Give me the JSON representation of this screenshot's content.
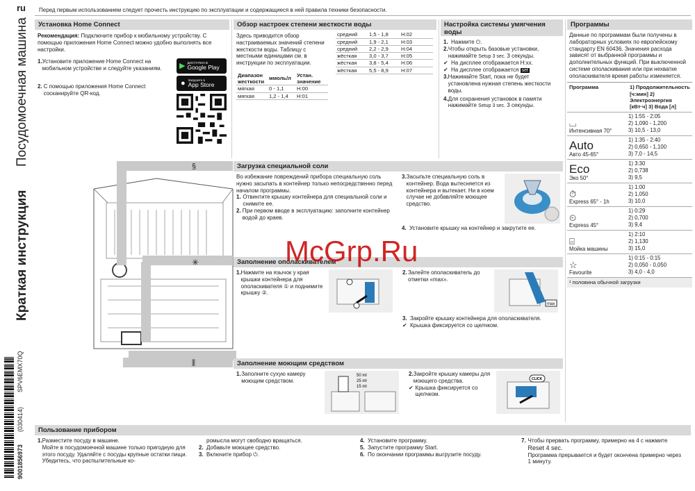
{
  "lang": "ru",
  "top_note": "Перед первым использованием следует прочесть инструкцию по эксплуатации и содержащиеся в ней правила техники безопасности.",
  "side": {
    "product": "Посудомоечная машина",
    "title": "Краткая инструкция",
    "code_model": "SPV6EMX70Q",
    "code_date": "(030414)",
    "code_num": "9001856973"
  },
  "home_connect": {
    "title": "Установка Home Connect",
    "rec_label": "Рекомендация:",
    "rec_text": " Подключите прибор к мобильному устройству. С помощью приложения Home Connect можно удобно выполнять все настройки.",
    "step1": "Установите приложение Home Connect на мобильном устройстве и следуйте указаниям.",
    "step2": "С помощью приложения Home Connect сосканируйте QR-код.",
    "gp_small": "ДОСТУПНО В",
    "gp_big": "Google Play",
    "as_small": "Загрузите в",
    "as_big": "App Store"
  },
  "hardness": {
    "title": "Обзор настроек степени жесткости воды",
    "intro": "Здесь приводится обзор настраиваемых значений степени жесткости воды. Таблицу с местными единицами см. в инструкции по эксплуатации.",
    "col1": "Диапазон жесткости",
    "col2": "ммоль/л",
    "col3": "Устан. значение",
    "rows_left": [
      [
        "мягкая",
        "0 - 1,1",
        "H:00"
      ],
      [
        "мягкая",
        "1,2 - 1,4",
        "H:01"
      ]
    ],
    "rows_right": [
      [
        "средний",
        "1,5 - 1,8",
        "H:02"
      ],
      [
        "средний",
        "1,9 - 2,1",
        "H:03"
      ],
      [
        "средний",
        "2,2 - 2,9",
        "H:04"
      ],
      [
        "жёсткая",
        "3,0 - 3,7",
        "H:05"
      ],
      [
        "жёсткая",
        "3,8 - 5,4",
        "H:06"
      ],
      [
        "жёсткая",
        "5,5 - 8,9",
        "H:07"
      ]
    ]
  },
  "defaults": {
    "title": "Настройка системы умягчения воды",
    "s1": "Нажмите ⏻.",
    "s2a": "Чтобы открыть базовые установки, нажимайте ",
    "s2b": "Setup 3 sec.",
    "s2c": " 3 секунды.",
    "c1": "На дисплее отображается H:xx.",
    "c2": "На дисплее отображается ",
    "c2tag": "set",
    "s3": "Нажимайте Start, пока не будет установлена нужная степень жесткости воды.",
    "s4a": "Для сохранения установок в памяти нажимайте ",
    "s4b": "Setup 3 sec.",
    "s4c": " 3 секунды."
  },
  "programs": {
    "title": "Программы",
    "intro": "Данные по программам были получены в лабораторных условиях по европейскому стандарту EN 60436. Значения расхода зависят от выбранной программы и дополнительных функций. При выключенной системе ополаскивания или при нехватке ополаскивателя время работы изменяется.",
    "col1": "Программа",
    "col2": "1) Продолжительность [ч:мин] 2) Электроэнергия [кВт·ч] 3) Вода [л]",
    "items": [
      {
        "name": "Интенсивная 70°",
        "icon": "intensive-icon",
        "v1": "1:55 - 2:05",
        "v2": "1,090 - 1,200",
        "v3": "10,5 - 13,0"
      },
      {
        "name": "Авто 45-65°",
        "icon": "auto-icon",
        "v1": "1:35 - 2:40",
        "v2": "0,650 - 1,100",
        "v3": "7,0 - 14,5"
      },
      {
        "name": "Эко 50°",
        "icon": "eco-icon",
        "v1": "3:30",
        "v2": "0,738",
        "v3": "9,5"
      },
      {
        "name": "Express 65° - 1h",
        "icon": "express-1h-icon",
        "v1": "1:00",
        "v2": "1,050",
        "v3": "10,0"
      },
      {
        "name": "Express 45°",
        "icon": "express-icon",
        "v1": "0:29",
        "v2": "0,700",
        "v3": "9,4"
      },
      {
        "name": "Мойка машины",
        "icon": "machine-care-icon",
        "v1": "2:10",
        "v2": "1,130",
        "v3": "15,0"
      },
      {
        "name": "Favourite",
        "icon": "favourite-icon",
        "v1": "0:15 - 0:15",
        "v2": "0,050 - 0,050",
        "v3": "4,0 - 4,0"
      }
    ],
    "footnote": "половина обычной загрузки",
    "auto_label": "Auto",
    "eco_label": "Eco"
  },
  "salt": {
    "title": "Загрузка специальной соли",
    "intro": "Во избежание повреждений прибора специальную соль нужно засыпать в контейнер только непосредственно перед началом программы.",
    "s1": "Отвинтите крышку контейнера для специальной соли и снимите ее.",
    "s2": "При первом вводе в эксплуатацию: заполните контейнер водой до краев.",
    "s3": "Засыпьте специальную соль в контейнер. Вода вытесняется из контейнера и вытекает. Ни в коем случае не добавляйте моющее средство.",
    "s4": "Установите крышку на контейнер и закрутите ее."
  },
  "rinse": {
    "title": "Заполнение ополаскивателем",
    "s1": "Нажмите на язычок у края крышки контейнера для ополаскивателя ① и поднимите крышку ②.",
    "s2": "Залейте ополаскиватель до отметки «max».",
    "s3": "Закройте крышку контейнера для ополаскивателя.",
    "c3": "Крышка фиксируется со щелчком.",
    "max_label": "max"
  },
  "detergent": {
    "title": "Заполнение моющим средством",
    "s1": "Заполните сухую камеру моющим средством.",
    "s2": "Закройте крышку камеры для моющего средства.",
    "c2": "Крышка фиксируется со щелчком.",
    "ml50": "50 ml",
    "ml25": "25 ml",
    "ml15": "15 ml",
    "click": "CLICK"
  },
  "usage": {
    "title": "Пользование прибором",
    "s1a": "Разместите посуду в машине.",
    "s1b": "Мойте в посудомоечной машине только пригодную для этого посуду. Удаляйте с посуды крупные остатки пищи. Убедитесь, что распылительные ко-",
    "s1c": "ромысла могут свободно вращаться.",
    "s2": "Добавьте моющее средство.",
    "s3": "Включите прибор ⏻.",
    "s4": "Установите программу.",
    "s5": "Запустите программу Start.",
    "s6": "По окончании программы выгрузите посуду.",
    "s7a": "Чтобы прервать программу, примерно на 4 с нажмите ",
    "s7b": "Reset 4 sec.",
    "s7c": "Программа прерывается и будет окончена примерно через 1 минуту."
  },
  "watermark": "McGrp.Ru"
}
